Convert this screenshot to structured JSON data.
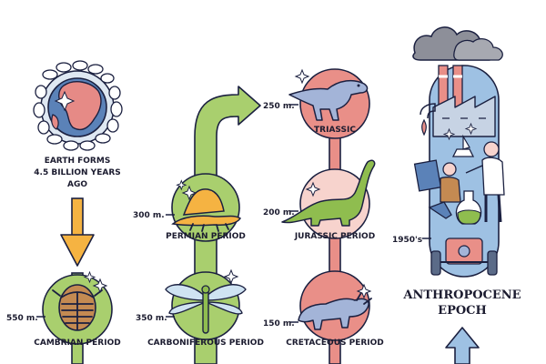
{
  "earth": {
    "label_line1": "EARTH FORMS",
    "label_line2": "4.5 BILLION YEARS",
    "label_line3": "AGO"
  },
  "periods": {
    "cambrian": {
      "name": "CAMBRIAN PERIOD",
      "age": "550 m."
    },
    "carboniferous": {
      "name": "CARBONIFEROUS PERIOD",
      "age": "350 m."
    },
    "permian": {
      "name": "PERMIAN PERIOD",
      "age": "300 m."
    },
    "triassic": {
      "name": "TRIASSIC",
      "age": "250 m."
    },
    "jurassic": {
      "name": "JURASSIC PERIOD",
      "age": "200 m."
    },
    "cretaceous": {
      "name": "CRETACEOUS PERIOD",
      "age": "150 m."
    }
  },
  "anthropocene": {
    "line1": "ANTHROPOCENE",
    "line2": "EPOCH",
    "year": "1950's"
  },
  "colors": {
    "green": "#a9cf6e",
    "green_dark": "#8fbd4f",
    "red": "#e98f88",
    "red_light": "#f7d3cd",
    "orange": "#f5b342",
    "blue": "#9ec1e3",
    "blue_dark": "#7ea9d4",
    "ink": "#1b2040"
  }
}
